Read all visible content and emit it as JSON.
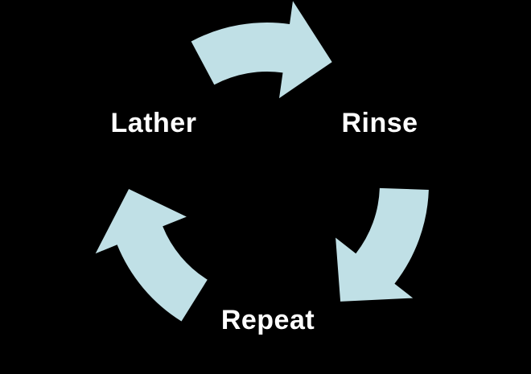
{
  "diagram": {
    "type": "cycle",
    "nodes": [
      {
        "label": "Lather"
      },
      {
        "label": "Rinse"
      },
      {
        "label": "Repeat"
      }
    ],
    "arrows": [
      {
        "name": "lather-to-rinse",
        "from": "Lather",
        "to": "Rinse",
        "direction": "clockwise"
      },
      {
        "name": "rinse-to-repeat",
        "from": "Rinse",
        "to": "Repeat",
        "direction": "clockwise"
      },
      {
        "name": "repeat-to-lather",
        "from": "Repeat",
        "to": "Lather",
        "direction": "clockwise"
      }
    ]
  },
  "colors": {
    "background": "#000000",
    "arrow_fill": "#c0e0e6",
    "label_text": "#ffffff"
  }
}
